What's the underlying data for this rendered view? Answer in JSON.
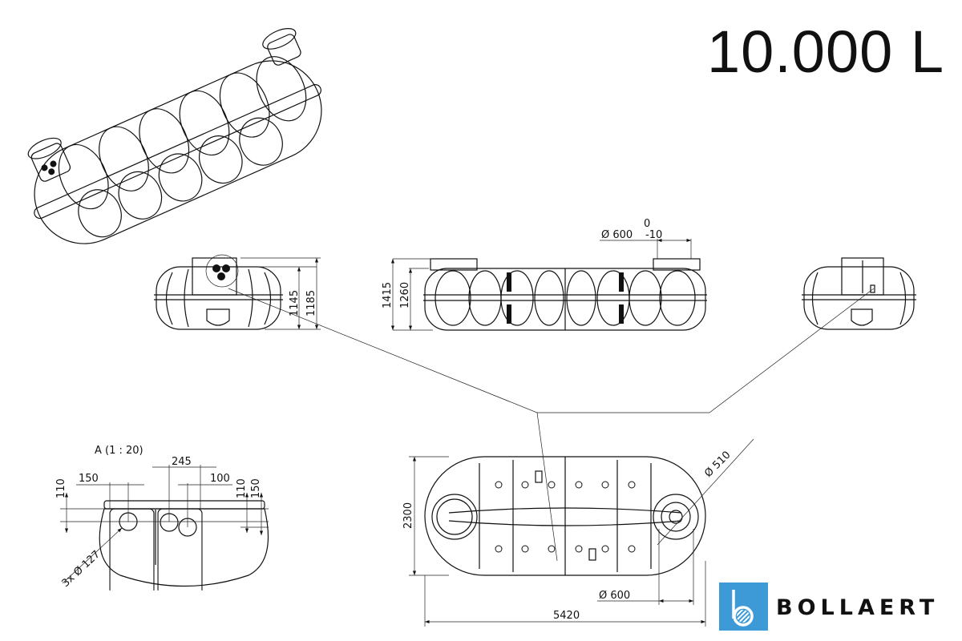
{
  "title": "10.000 L",
  "side_view": {
    "height_outer": "1415",
    "height_inner": "1260",
    "manhole_dim": "Ø 600",
    "tolerance_upper": "0",
    "tolerance_lower": "-10"
  },
  "end_view": {
    "height_inner": "1145",
    "height_outer": "1185"
  },
  "top_view": {
    "width": "2300",
    "length": "5420",
    "manhole": "Ø 600",
    "turret": "Ø 510"
  },
  "detail": {
    "label": "A (1 : 20)",
    "dims": [
      "150",
      "245",
      "100",
      "110",
      "110",
      "150"
    ],
    "holes": "3x Ø 127"
  },
  "brand": {
    "name": "BOLLAERT",
    "color": "#3d9ad6"
  }
}
